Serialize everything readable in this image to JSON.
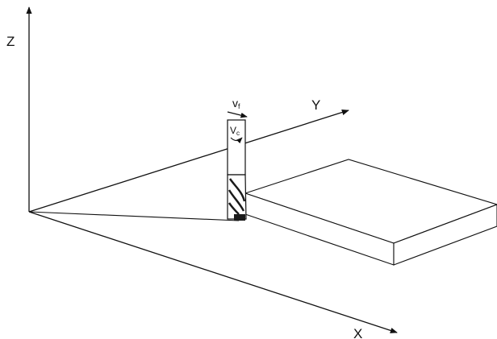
{
  "axes": {
    "z_label": "Z",
    "y_label": "Y",
    "x_label": "X"
  },
  "tool": {
    "feed_symbol": "v",
    "feed_subscript": "f",
    "cut_symbol": "V",
    "cut_subscript": "c"
  },
  "colors": {
    "stroke": "#111111",
    "tool_fill": "#ffffff",
    "tool_dark": "#1a1a1a"
  }
}
